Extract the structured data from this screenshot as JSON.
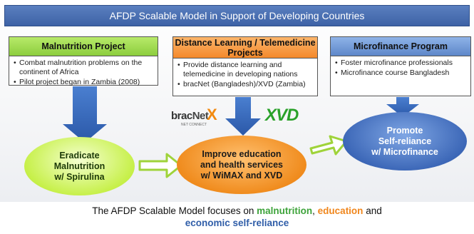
{
  "banner": {
    "title": "AFDP Scalable Model in Support of Developing Countries"
  },
  "projects": [
    {
      "title": "Malnutrition Project",
      "bullets": [
        "Combat malnutrition problems on the continent of Africa",
        "Pilot project  began in Zambia (2008)"
      ]
    },
    {
      "title": "Distance Learning / Telemedicine Projects",
      "bullets": [
        "Provide distance learning and telemedicine in developing nations",
        "bracNet (Bangladesh)/XVD (Zambia)"
      ]
    },
    {
      "title": "Microfinance Program",
      "bullets": [
        "Foster microfinance professionals",
        "Microfinance course Bangladesh"
      ]
    }
  ],
  "outcomes": {
    "malnutrition": [
      "Eradicate",
      "Malnutrition",
      "w/ Spirulina"
    ],
    "education": [
      "Improve education",
      "and health services",
      "w/ WiMAX and XVD"
    ],
    "microfinance": [
      "Promote",
      "Self-reliance",
      "w/ Microfinance"
    ]
  },
  "logos": {
    "bracnet": {
      "word": "brac",
      "word2": "Net",
      "mark": "X",
      "tagline": "NET CONNECT"
    },
    "xvd": {
      "word": "XVD"
    }
  },
  "caption": {
    "line1_prefix": "The AFDP Scalable Model focuses on ",
    "term_malnutrition": "malnutrition",
    "sep": ", ",
    "term_education": "education",
    "and": " and",
    "term_economic": "economic self-reliance"
  },
  "colors": {
    "banner": "#3d62a6",
    "malnutrition": "#8ccd3d",
    "education": "#f4892b",
    "microfinance": "#5d87c9",
    "arrow_down": "#3566b8",
    "arrow_hollow_fill": "#ffffff",
    "arrow_hollow_stroke": "#9fd33a"
  }
}
